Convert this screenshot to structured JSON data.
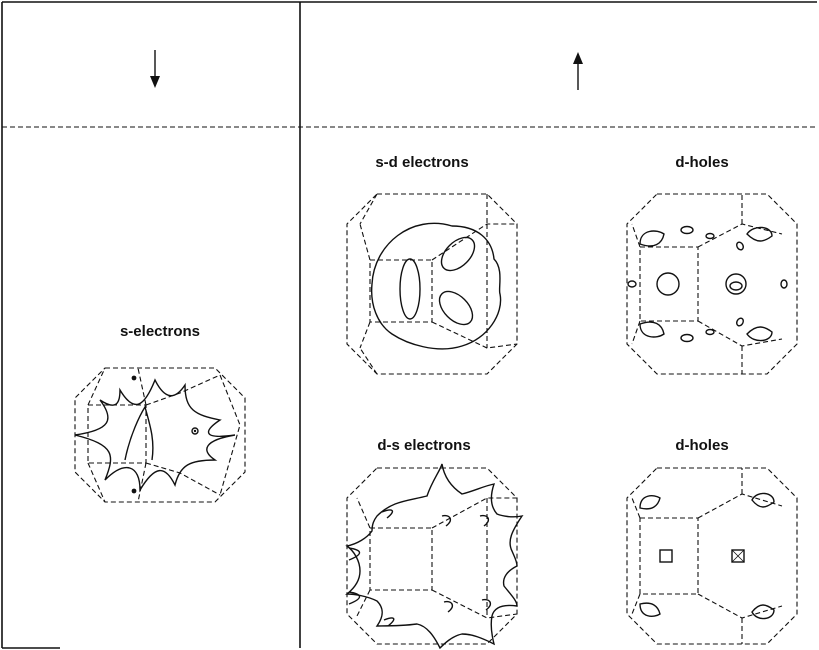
{
  "columns": {
    "left_arrow": "down",
    "right_arrow": "up"
  },
  "panels": {
    "s_electrons": "s-electrons",
    "sd_electrons": "s-d electrons",
    "d_holes_top": "d-holes",
    "ds_electrons": "d-s electrons",
    "d_holes_bottom": "d-holes"
  }
}
